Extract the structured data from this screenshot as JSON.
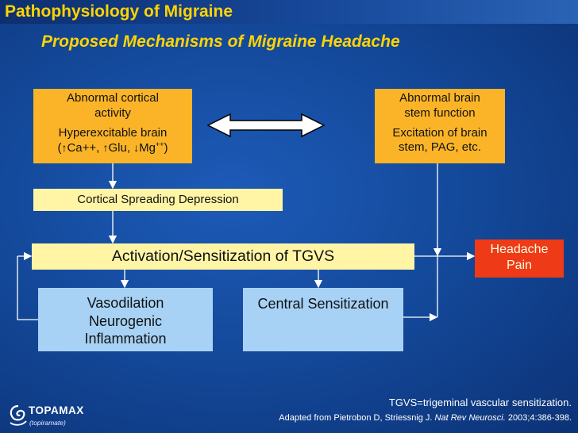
{
  "header": {
    "title": "Pathophysiology of Migraine",
    "subtitle": "Proposed Mechanisms of Migraine Headache"
  },
  "boxes": {
    "cortical": {
      "line1": "Abnormal cortical",
      "line2": "activity",
      "line3": "Hyperexcitable brain",
      "line4_open": "(",
      "up_arrow_1": "↑",
      "ca": "Ca++, ",
      "up_arrow_2": "↑",
      "glu": "Glu, ",
      "down_arrow": "↓",
      "mg": "Mg",
      "mg_sup": "++",
      "line4_close": ")"
    },
    "brainstem": {
      "line1": "Abnormal brain",
      "line2": "stem function",
      "line3": "Excitation of brain",
      "line4": "stem, PAG, etc."
    },
    "csd": "Cortical Spreading Depression",
    "tgvs": "Activation/Sensitization of TGVS",
    "headache": {
      "line1": "Headache",
      "line2": "Pain"
    },
    "vasodilation": {
      "line1": "Vasodilation",
      "line2": "Neurogenic",
      "line3": "Inflammation"
    },
    "central": "Central Sensitization"
  },
  "footnote": "TGVS=trigeminal vascular sensitization.",
  "citation": {
    "prefix": "Adapted from Pietrobon D, Striessnig J. ",
    "journal": "Nat Rev Neurosci.",
    "suffix": " 2003;4:386-398."
  },
  "logo": {
    "name": "TOPAMAX",
    "tagline": "(topiramate)"
  },
  "colors": {
    "title_yellow": "#ffd400",
    "orange_box": "#fbb427",
    "yellow_box": "#fff5a5",
    "light_blue_box": "#a7d2f6",
    "red_box": "#ee3a16"
  }
}
